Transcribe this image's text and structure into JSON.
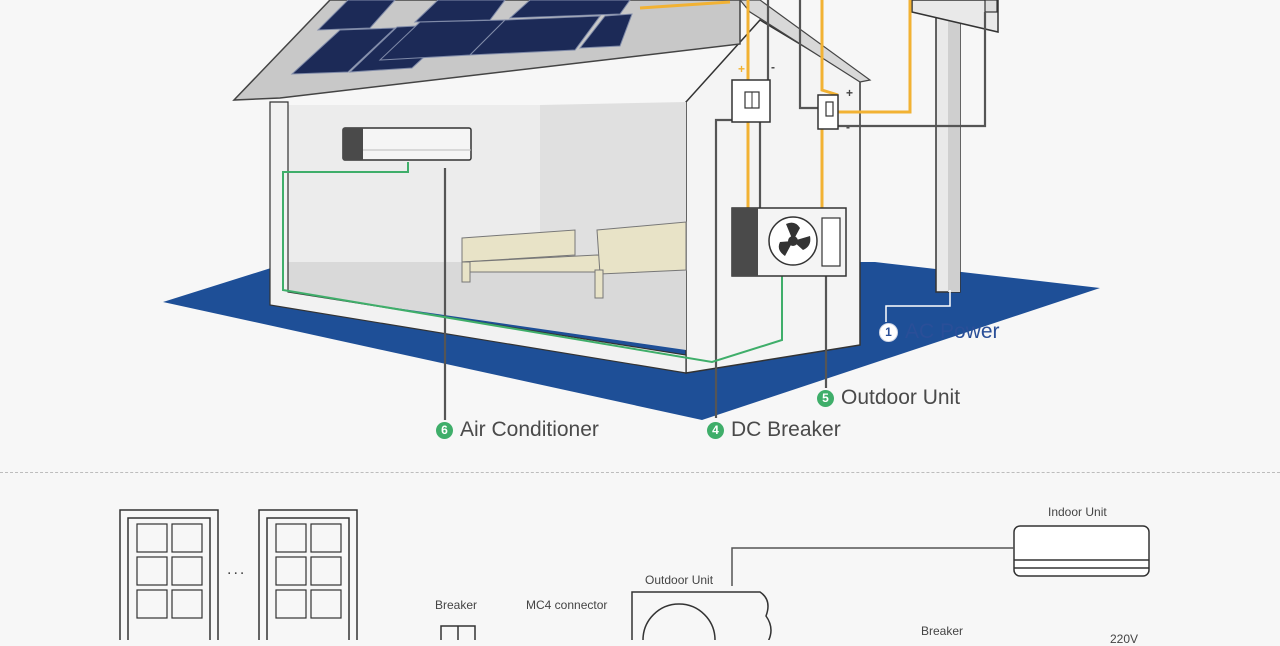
{
  "callouts": [
    {
      "num": "1",
      "text": "AC Power"
    },
    {
      "num": "5",
      "text": "Outdoor Unit"
    },
    {
      "num": "4",
      "text": "DC Breaker"
    },
    {
      "num": "6",
      "text": "Air Conditioner"
    }
  ],
  "polarity": {
    "plus": "+",
    "minus": "-"
  },
  "wiring": {
    "panel_separator": "...",
    "indoor_unit": "Indoor Unit",
    "outdoor_unit": "Outdoor Unit",
    "mc4_connector": "MC4 connector",
    "breaker_left": "Breaker",
    "breaker_right": "Breaker",
    "voltage": "220V"
  },
  "colors": {
    "ground": "#1e4f97",
    "dc_wire": "#f2b233",
    "ac_wire": "#555555",
    "signal_wire": "#3fae6a",
    "badge": "#3fae6a"
  }
}
